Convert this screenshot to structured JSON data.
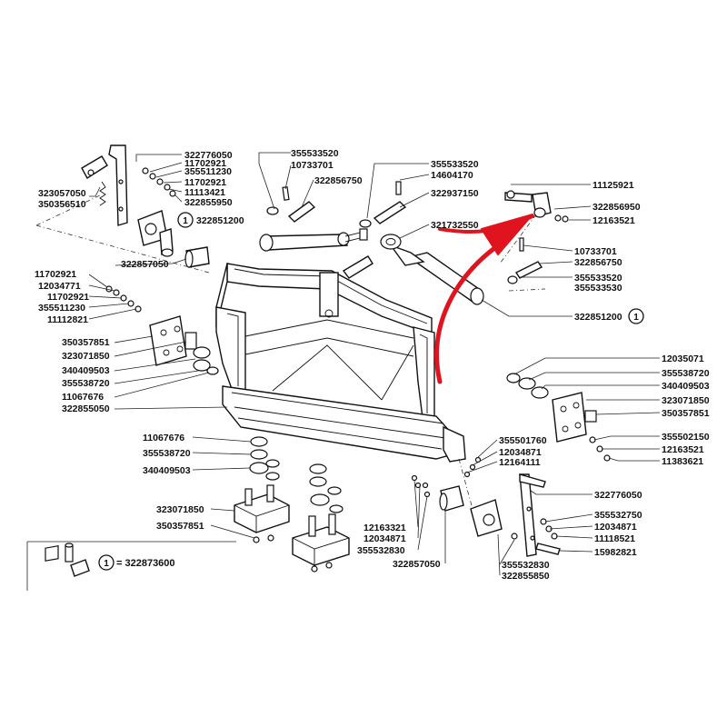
{
  "labels": {
    "l_322776050_a": "322776050",
    "l_11702921_a": "11702921",
    "l_355511230_a": "355511230",
    "l_11702921_b": "11702921",
    "l_11113421": "11113421",
    "l_322855950_a": "322855950",
    "l_323057050": "323057050",
    "l_350356510": "350356510",
    "l_322851200_a": "322851200",
    "l_322857050_a": "322857050",
    "l_11702921_c": "11702921",
    "l_12034771": "12034771",
    "l_11702921_d": "11702921",
    "l_355511230_b": "355511230",
    "l_11112821": "11112821",
    "l_350357851_a": "350357851",
    "l_323071850_a": "323071850",
    "l_340409503_a": "340409503",
    "l_355538720_a": "355538720",
    "l_11067676_a": "11067676",
    "l_322855050": "322855050",
    "l_355533520_a": "355533520",
    "l_10733701_a": "10733701",
    "l_322856750_a": "322856750",
    "l_355533520_b": "355533520",
    "l_14604170": "14604170",
    "l_322937150": "322937150",
    "l_321732550": "321732550",
    "l_11125921": "11125921",
    "l_322856950": "322856950",
    "l_12163521_a": "12163521",
    "l_10733701_b": "10733701",
    "l_322856750_b": "322856750",
    "l_355533520_c": "355533520",
    "l_355533530": "355533530",
    "l_322851200_b": "322851200",
    "l_12035071": "12035071",
    "l_355538720_b": "355538720",
    "l_340409503_b": "340409503",
    "l_323071850_b": "323071850",
    "l_350357851_b": "350357851",
    "l_355502150": "355502150",
    "l_12163521_b": "12163521",
    "l_11383621": "11383621",
    "l_11067676_b": "11067676",
    "l_355538720_c": "355538720",
    "l_340409503_c": "340409503",
    "l_323071850_c": "323071850",
    "l_350357851_c": "350357851",
    "l_355501760": "355501760",
    "l_12034871_a": "12034871",
    "l_12164111": "12164111",
    "l_12163321": "12163321",
    "l_12034871_b": "12034871",
    "l_355532830_a": "355532830",
    "l_322857050_b": "322857050",
    "l_322776050_b": "322776050",
    "l_355532750": "355532750",
    "l_12034871_c": "12034871",
    "l_11118521": "11118521",
    "l_15982821": "15982821",
    "l_355532830_b": "355532830",
    "l_322855850": "322855850"
  },
  "callout_number": "1",
  "legend": {
    "circle_number": "1",
    "text": "= 322873600"
  },
  "colors": {
    "ink": "#111111",
    "arrow": "#e0141e",
    "background": "#ffffff"
  },
  "icons": {
    "arrow": "red-curved-arrow-icon"
  }
}
